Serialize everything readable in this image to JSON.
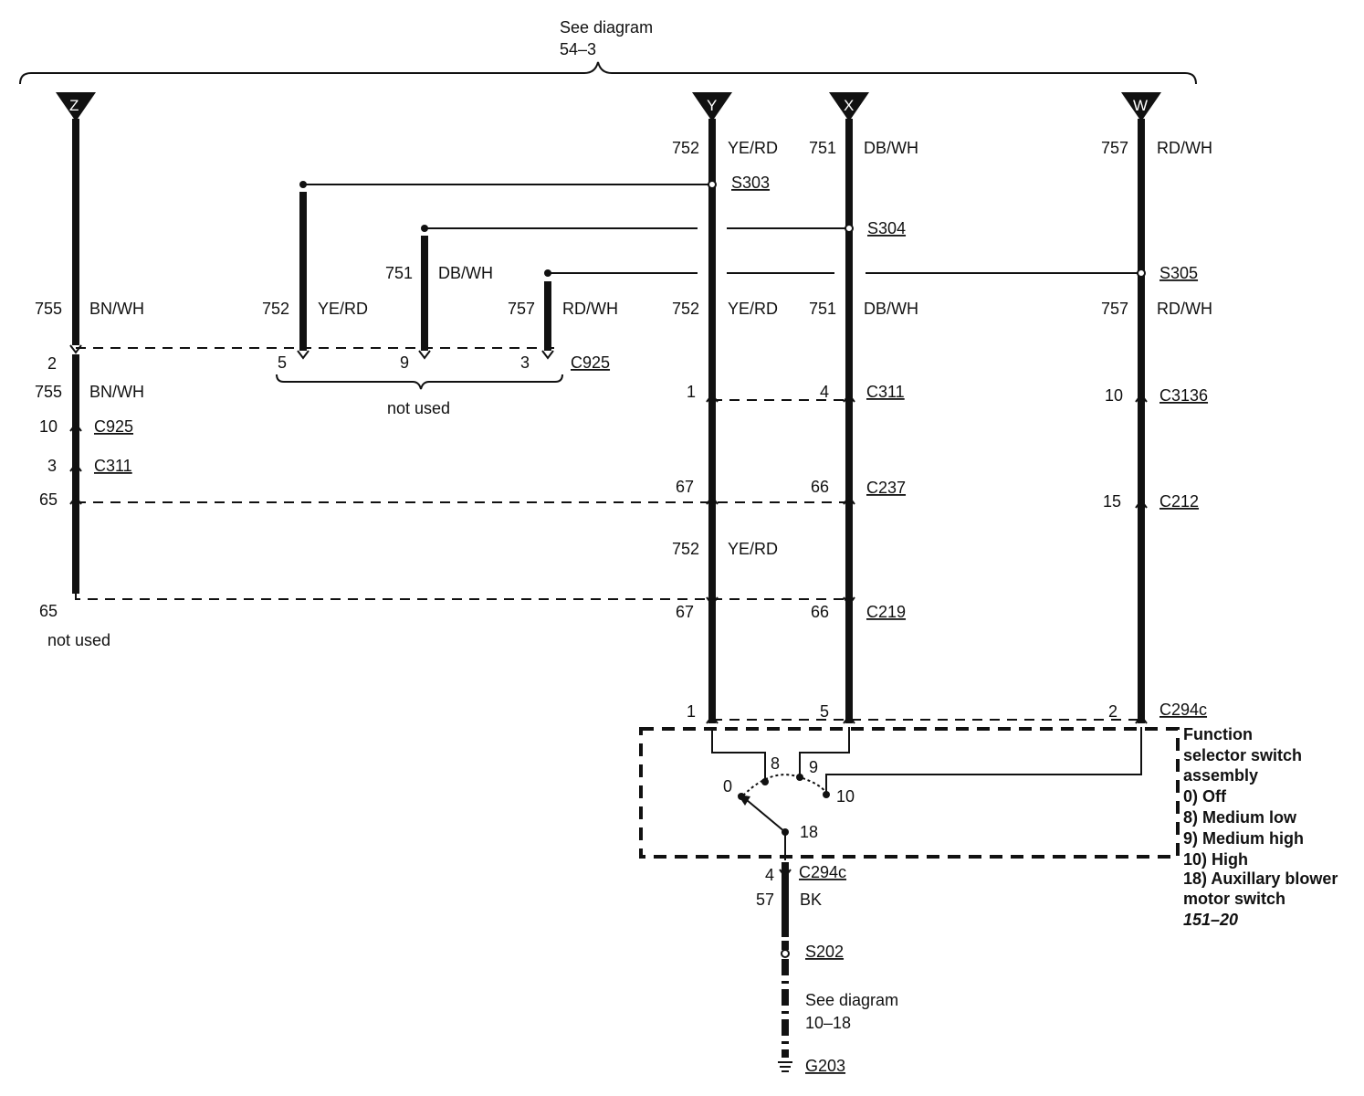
{
  "header": {
    "see_diagram_line1": "See diagram",
    "see_diagram_line2": "54–3"
  },
  "terminals": {
    "z": "Z",
    "y": "Y",
    "x": "X",
    "w": "W"
  },
  "wires": {
    "w752": {
      "number": "752",
      "color": "YE/RD"
    },
    "w751": {
      "number": "751",
      "color": "DB/WH"
    },
    "w757": {
      "number": "757",
      "color": "RD/WH"
    },
    "w755": {
      "number": "755",
      "color": "BN/WH"
    },
    "w57": {
      "number": "57",
      "color": "BK"
    }
  },
  "splices": {
    "s303": "S303",
    "s304": "S304",
    "s305": "S305",
    "s202": "S202"
  },
  "connectors": {
    "c925": "C925",
    "c311": "C311",
    "c3136": "C3136",
    "c237": "C237",
    "c212": "C212",
    "c219": "C219",
    "c294c": "C294c",
    "g203": "G203"
  },
  "pins": {
    "p1": "1",
    "p2": "2",
    "p3": "3",
    "p4": "4",
    "p5": "5",
    "p9": "9",
    "p10": "10",
    "p15": "15",
    "p65": "65",
    "p66": "66",
    "p67": "67"
  },
  "not_used": "not used",
  "switch": {
    "pos0": "0",
    "pos8": "8",
    "pos9": "9",
    "pos10": "10",
    "pos18": "18",
    "title1": "Function",
    "title2": "selector switch",
    "title3": "assembly",
    "legend": [
      "0) Off",
      "8) Medium low",
      "9) Medium high",
      "10) High",
      "18) Auxillary blower",
      "motor switch"
    ],
    "ref": "151–20"
  },
  "footer": {
    "see_diagram_line1": "See diagram",
    "see_diagram_line2": "10–18"
  }
}
